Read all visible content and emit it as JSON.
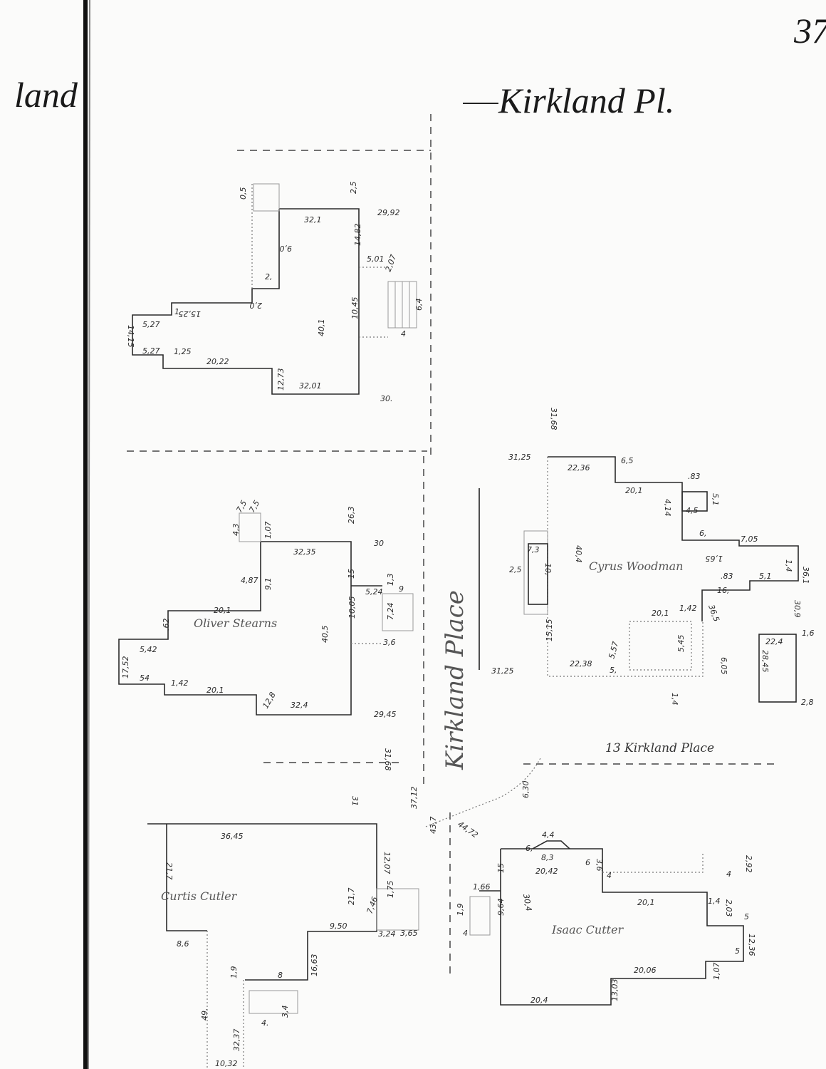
{
  "header": {
    "title": "Kirkland Pl.",
    "page_number": "37",
    "left_fragment": "land"
  },
  "street_label": "Kirkland Place",
  "address_note": "13 Kirkland Place",
  "houses": [
    {
      "owner": "",
      "dims": [
        "32,1",
        "29,92",
        "2,5",
        "14,82",
        "5,01",
        "2,07",
        "9,0",
        "2,",
        "2,0",
        "15,25",
        "1",
        "5,27",
        "14,15",
        "5,27",
        "1,25",
        "20,22",
        "12,73",
        "32,01",
        "40,1",
        "10,45",
        "6,4",
        "4",
        "30.",
        "0,5"
      ]
    },
    {
      "owner": "Oliver Stearns",
      "dims": [
        "26,3",
        "30",
        "32,35",
        "4,3",
        "7,5",
        "7,5",
        "1,07",
        "4,87",
        "9,1",
        "15",
        "5,24",
        "1,3",
        "9",
        "10,05",
        "7,24",
        "3,6",
        "20,1",
        "40,5",
        ".62",
        "5,42",
        "17,52",
        "54",
        "1,42",
        "20,1",
        "12,8",
        "32,4",
        "29,45"
      ]
    },
    {
      "owner": "Cyrus Woodman",
      "dims": [
        "31,25",
        "31,68",
        "22,36",
        "6,5",
        "20,1",
        ".83",
        "4,14",
        "5,1",
        "4,5",
        "6,",
        "7,05",
        "1,65",
        "1,4",
        "36,1",
        ".83",
        "5,1",
        "16,",
        "30,9",
        "36,5",
        "20,1",
        "1,42",
        "5,45",
        "6,05",
        "5,57",
        "22,38",
        "5,",
        "1,4",
        "40,4",
        "7,3",
        "2,5",
        "10,",
        "15,15",
        "31,25",
        "22,4",
        "28,45",
        "1,6",
        "2,8"
      ]
    },
    {
      "owner": "Curtis Cutler",
      "dims": [
        "36,45",
        "21,7",
        "12,07",
        "1,75",
        "21,7",
        "7,46",
        "9,50",
        "3,24",
        "3,65",
        "8,6",
        "16,63",
        "1,9",
        "8",
        "49.",
        "32,37",
        "3,4",
        "4.",
        "10,32"
      ]
    },
    {
      "owner": "Isaac Cutter",
      "dims": [
        "4,4",
        "6,",
        "8,3",
        "20,42",
        "3,6",
        "6",
        "4",
        "2,92",
        "4",
        "20,1",
        "1,4",
        "2,03",
        "5",
        "12,36",
        "5",
        "20,06",
        "1,07",
        "13,03",
        "20,4",
        "30,4",
        "9,64",
        "1,66",
        "1,9",
        "4",
        "15",
        "44,72"
      ]
    }
  ],
  "street_dims": [
    "31,68",
    "37,12",
    "43,7",
    "31",
    "6,30"
  ]
}
